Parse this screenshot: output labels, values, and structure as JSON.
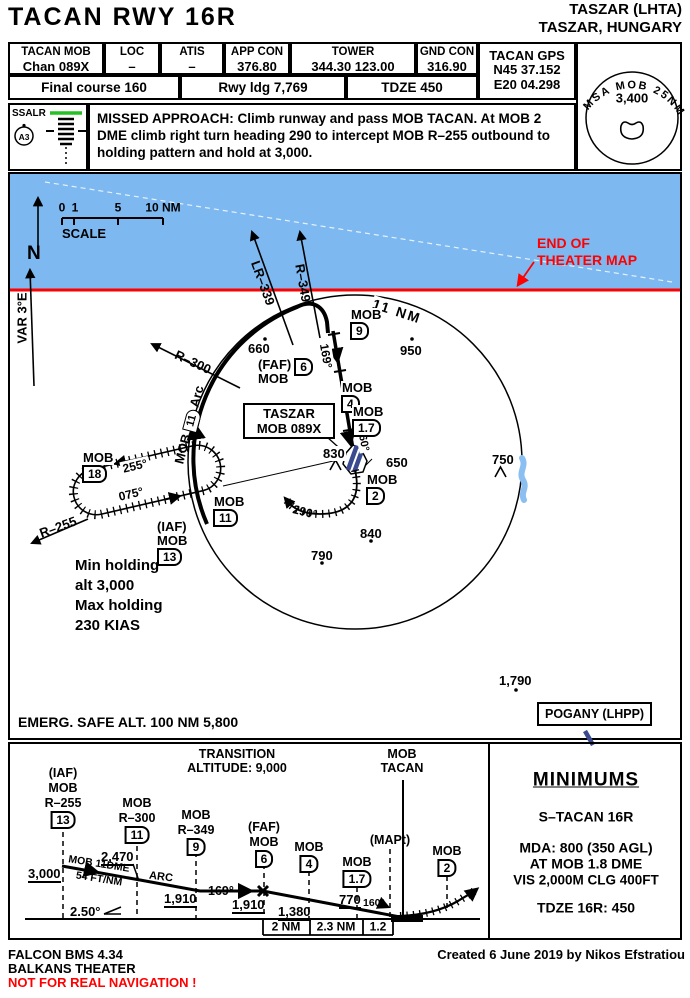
{
  "header": {
    "procedure": "TACAN RWY 16R",
    "airport": "TASZAR (LHTA)",
    "location": "TASZAR, HUNGARY"
  },
  "comm": {
    "cells": [
      {
        "label": "TACAN MOB",
        "value": "Chan 089X"
      },
      {
        "label": "LOC",
        "value": "–"
      },
      {
        "label": "ATIS",
        "value": "–"
      },
      {
        "label": "APP CON",
        "value": "376.80"
      },
      {
        "label": "TOWER",
        "value": "344.30 123.00"
      },
      {
        "label": "GND CON",
        "value": "316.90"
      }
    ],
    "gps": {
      "label": "TACAN GPS",
      "line1": "N45 37.152",
      "line2": "E20 04.298"
    },
    "final_course": "Final course 160",
    "rwy_ldg": "Rwy ldg 7,769",
    "tdze": "TDZE 450"
  },
  "msa": {
    "arc": "MSA  MOB  25NM",
    "value": "3,400"
  },
  "approach_lights": {
    "type": "SSALR",
    "code": "A3"
  },
  "missed_approach": "MISSED APPROACH:  Climb runway and pass MOB TACAN.  At MOB 2 DME climb right turn heading 290 to intercept MOB R–255 outbound to holding pattern and hold at 3,000.",
  "plan": {
    "north": "N",
    "variation": "VAR 3°E",
    "scale": {
      "t0": "0",
      "t1": "1",
      "t5": "5",
      "t10": "10 NM",
      "label": "SCALE"
    },
    "end_of_map": {
      "line1": "END OF",
      "line2": "THEATER MAP"
    },
    "radials": {
      "lr339": "LR–339",
      "r349": "R–349",
      "r300": "R–300",
      "r255": "R–255"
    },
    "arc_label": {
      "pre": "MOB",
      "dme": "11",
      "post": "Arc"
    },
    "ring_label": "11 NM",
    "courses": {
      "c169": "169°",
      "c160": "160°",
      "c290": "290°",
      "c255": "255°",
      "c075": "075°"
    },
    "station_box": {
      "line1": "TASZAR",
      "line2": "MOB 089X"
    },
    "fixes": {
      "f9": {
        "name": "MOB",
        "dme": "9"
      },
      "f6": {
        "prefix": "(FAF)",
        "name": "MOB",
        "dme": "6"
      },
      "f4": {
        "name": "MOB",
        "dme": "4"
      },
      "f17": {
        "name": "MOB",
        "dme": "1.7"
      },
      "f2": {
        "name": "MOB",
        "dme": "2"
      },
      "f11": {
        "name": "MOB",
        "dme": "11"
      },
      "f13": {
        "prefix": "(IAF)",
        "name": "MOB",
        "dme": "13"
      },
      "f18": {
        "name": "MOB",
        "dme": "18"
      }
    },
    "elevations": {
      "e660": "660",
      "e950": "950",
      "e830": "830",
      "e650": "650",
      "e750": "750",
      "e840": "840",
      "e790": "790",
      "e1790": "1,790"
    },
    "holding_note": {
      "l1": "Min holding",
      "l2": "alt 3,000",
      "l3": "Max holding",
      "l4": "230 KIAS"
    },
    "emerg": "EMERG. SAFE ALT. 100 NM 5,800",
    "other_airport": "POGANY (LHPP)"
  },
  "profile": {
    "transition": {
      "l1": "TRANSITION",
      "l2": "ALTITUDE:  9,000"
    },
    "station": {
      "l1": "MOB",
      "l2": "TACAN"
    },
    "fixes": {
      "p13": {
        "prefix": "(IAF)",
        "name": "MOB",
        "radial": "R–255",
        "dme": "13"
      },
      "p11": {
        "name": "MOB",
        "radial": "R–300",
        "dme": "11"
      },
      "p9": {
        "name": "MOB",
        "radial": "R–349",
        "dme": "9"
      },
      "p6": {
        "prefix": "(FAF)",
        "name": "MOB",
        "dme": "6"
      },
      "p4": {
        "name": "MOB",
        "dme": "4"
      },
      "p17": {
        "name": "MOB",
        "dme": "1.7"
      },
      "mapt": "(MAPt)",
      "p2": {
        "name": "MOB",
        "dme": "2"
      }
    },
    "altitudes": {
      "a3000": "3,000",
      "a2470": "2,470",
      "a1910a": "1,910",
      "a1910b": "1,910",
      "a1380": "1,380",
      "a770": "770"
    },
    "labels": {
      "arcdme": "MOB 11DME",
      "grad": "54 FT/NM",
      "arc": "ARC",
      "c169": "169°",
      "c160": "160°",
      "angle": "2.50°"
    },
    "distances": [
      "2 NM",
      "2.3 NM",
      "1.2"
    ]
  },
  "minimums": {
    "title": "MINIMUMS",
    "category": "S–TACAN 16R",
    "mda": "MDA:  800 (350 AGL)",
    "at": "AT MOB 1.8 DME",
    "vis": "VIS 2,000M CLG 400FT",
    "tdze": "TDZE 16R:  450"
  },
  "footer": {
    "sim": "FALCON BMS 4.34",
    "theater": "BALKANS THEATER",
    "warning": "NOT FOR REAL NAVIGATION !",
    "credit": "Created 6 June 2019 by Nikos Efstratiou"
  },
  "colors": {
    "water": "#7db9f0",
    "alert_red": "#ff0000",
    "runway_blue": "#3a4a8f",
    "lights_green": "#24c024"
  }
}
